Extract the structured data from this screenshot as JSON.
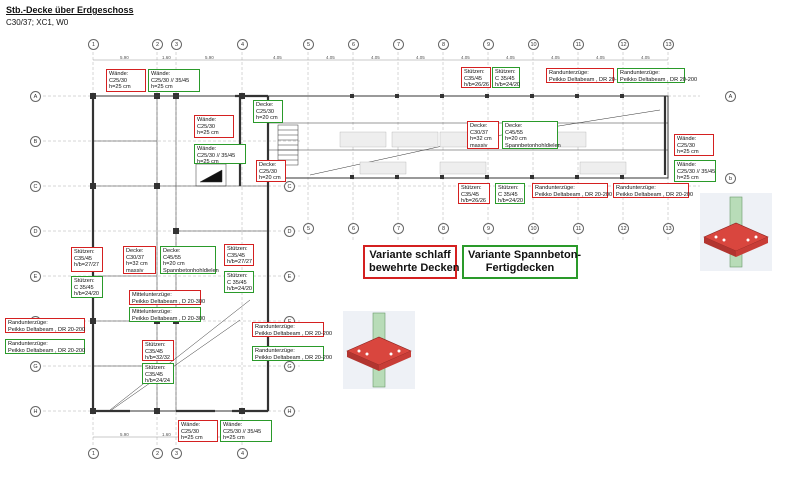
{
  "title": "Stb.-Decke über Erdgeschoss",
  "subtitle": "C30/37; XC1, W0",
  "axes_top": [
    "1",
    "2",
    "3",
    "4",
    "5",
    "6",
    "7",
    "8",
    "9",
    "10",
    "11",
    "12",
    "13"
  ],
  "axes_left": [
    "A",
    "B",
    "C",
    "D",
    "E",
    "F",
    "G",
    "H"
  ],
  "axes_right": [
    "A",
    "b"
  ],
  "dims": {
    "top": [
      "5.90",
      "1.60",
      "5.90",
      "4.05",
      "4.05",
      "4.05",
      "4.05",
      "4.05",
      "4.05",
      "4.05",
      "4.05",
      "4.05"
    ],
    "bottom": [
      "5.90",
      "1.60"
    ]
  },
  "boxes": {
    "b_waende_1": "Wände:\nC25/30\nh=25 cm",
    "b_waende_2": "Wände:\nC25/30 // 35/45\nh=25 cm",
    "b_decke_1": "Decke:\nC25/30\nh=20 cm",
    "b_waende_3": "Wände:\nC25/30\nh=25 cm",
    "b_waende_4": "Wände:\nC25/30 // 35/45\nh=25 cm",
    "b_decke_2": "Decke:\nC25/30\nh=20 cm",
    "b_stuetzen_1": "Stützen:\nC35/45\nh/b=26/26",
    "b_stuetzen_2": "Stützen:\nC 35/45\nh/b=24/20",
    "b_rand_1": "Randunterzüge:\nPeikko Deltabeam , DR 20-200",
    "b_rand_2": "Randunterzüge:\nPeikko Deltabeam , DR 20-200",
    "b_decke_3": "Decke:\nC30/37\nh=32 cm\nmassiv",
    "b_decke_4": "Decke:\nC45/55\nh=20 cm\nSpannbetonhohldielen",
    "b_waende_5": "Wände:\nC25/30\nh=25 cm",
    "b_waende_6": "Wände:\nC25/30 // 35/45\nh=25 cm",
    "b_stuetzen_3": "Stützen:\nC35/45\nh/b=26/26",
    "b_stuetzen_4": "Stützen:\nC 35/45\nh/b=24/20",
    "b_rand_3": "Randunterzüge:\nPeikko Deltabeam , DR 20-200",
    "b_rand_4": "Randunterzüge:\nPeikko Deltabeam , DR 20-200",
    "b_stuetzen_5": "Stützen:\nC35/45\nh/b=27/27",
    "b_stuetzen_6": "Stützen:\nC 35/45\nh/b=24/20",
    "b_decke_5": "Decke:\nC30/37\nh=32 cm\nmassiv",
    "b_decke_6": "Decke:\nC45/55\nh=20 cm\nSpannbetonhohldielen",
    "b_stuetzen_7": "Stützen:\nC35/45\nh/b=27/27",
    "b_stuetzen_8": "Stützen:\nC 35/45\nh/b=24/20",
    "b_mittel_1": "Mittelunterzüge:\nPeikko Deltabeam , D 20-300",
    "b_mittel_2": "Mittelunterzüge:\nPeikko Deltabeam , D 20-300",
    "b_rand_5": "Randunterzüge:\nPeikko Deltabeam , DR 20-200",
    "b_rand_6": "Randunterzüge:\nPeikko Deltabeam , DR 20-200",
    "b_rand_7": "Randunterzüge:\nPeikko Deltabeam , DR 20-200",
    "b_rand_8": "Randunterzüge:\nPeikko Deltabeam , DR 20-200",
    "b_stuetzen_9": "Stützen:\nC35/45\nh/b=32/32",
    "b_stuetzen_10": "Stützen:\nC35/45\nh/b=24/24",
    "b_waende_7": "Wände:\nC25/30\nh=25 cm",
    "b_waende_8": "Wände:\nC25/30 // 35/45\nh=25 cm"
  },
  "legend": {
    "red": "Variante schlaff\nbewehrte Decken",
    "green": "Variante Spannbeton-\nFertigdecken"
  },
  "colors": {
    "red": "#d42020",
    "green": "#2a9a2a",
    "beam": "#e0453f",
    "column": "#9cc79c"
  }
}
